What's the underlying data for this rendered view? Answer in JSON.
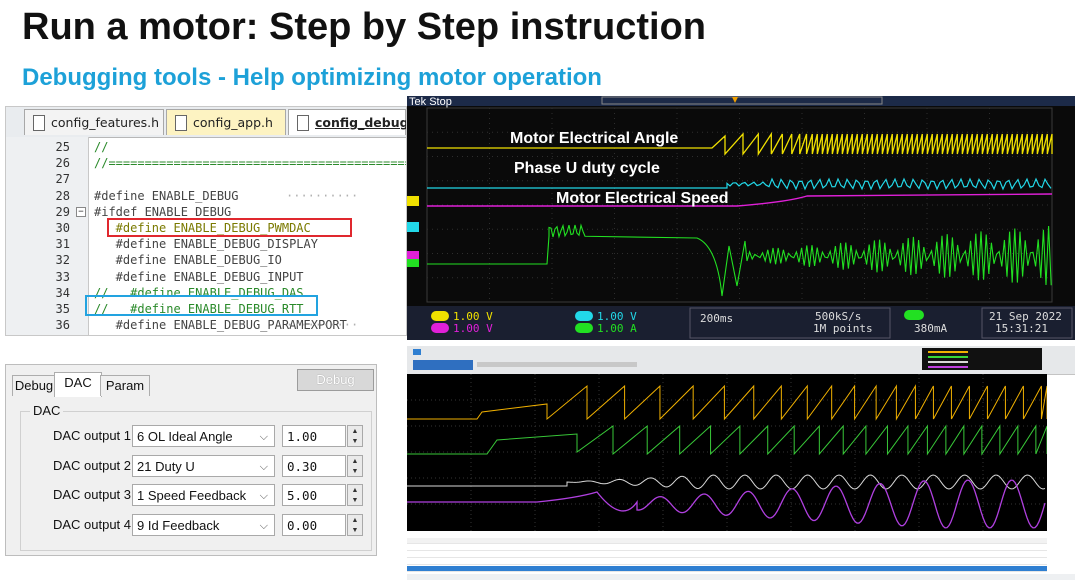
{
  "slide": {
    "title": "Run a motor: Step by Step instruction",
    "subtitle": "Debugging tools - Help optimizing motor operation"
  },
  "editor": {
    "tabs": [
      "config_features.h",
      "config_app.h",
      "config_debug.h"
    ],
    "lines": [
      {
        "n": "25",
        "text": "//",
        "cls": "comment"
      },
      {
        "n": "26",
        "text": "//=====================================================",
        "cls": "comment"
      },
      {
        "n": "27",
        "text": "",
        "cls": ""
      },
      {
        "n": "28",
        "text": "#define ENABLE_DEBUG",
        "cls": "",
        "dots": true
      },
      {
        "n": "29",
        "text": "#ifdef ENABLE_DEBUG",
        "cls": "",
        "fold": "−"
      },
      {
        "n": "30",
        "text": "   #define ENABLE_DEBUG_PWMDAC",
        "cls": "dim"
      },
      {
        "n": "31",
        "text": "   #define ENABLE_DEBUG_DISPLAY",
        "cls": ""
      },
      {
        "n": "32",
        "text": "   #define ENABLE_DEBUG_IO",
        "cls": ""
      },
      {
        "n": "33",
        "text": "   #define ENABLE_DEBUG_INPUT",
        "cls": ""
      },
      {
        "n": "34",
        "text": "//   #define ENABLE_DEBUG_DAS",
        "cls": "comment"
      },
      {
        "n": "35",
        "text": "//   #define ENABLE_DEBUG_RTT",
        "cls": "comment"
      },
      {
        "n": "36",
        "text": "   #define ENABLE_DEBUG_PARAMEXPORT",
        "cls": "",
        "dots": true
      }
    ]
  },
  "scope1": {
    "brand": "Tek",
    "state": "Stop",
    "labels": {
      "angle": "Motor Electrical Angle",
      "duty": "Phase U duty cycle",
      "speed": "Motor Electrical Speed"
    },
    "ch1": "1.00 V",
    "ch2": "1.00 V",
    "ch3": "1.00 V",
    "ch4": "1.00 A",
    "timebase": "200ms",
    "samplerate": "500kS/s",
    "points": "1M points",
    "trigger_level": "380mA",
    "date": "21 Sep 2022",
    "time": "15:31:21",
    "colors": {
      "ch1": "#f0e000",
      "ch2": "#22d8e8",
      "ch3": "#e020d8",
      "ch4": "#22e022"
    }
  },
  "dac": {
    "tabs": [
      "Debug",
      "DAC",
      "Param"
    ],
    "debug_button": "Debug",
    "group": "DAC",
    "outputs": [
      {
        "label": "DAC output 1",
        "select": "6 OL Ideal Angle",
        "value": "1.00"
      },
      {
        "label": "DAC output 2",
        "select": "21 Duty U",
        "value": "0.30"
      },
      {
        "label": "DAC output 3",
        "select": "1 Speed Feedback",
        "value": "5.00"
      },
      {
        "label": "DAC output 4",
        "select": "9 Id Feedback",
        "value": "0.00"
      }
    ]
  }
}
